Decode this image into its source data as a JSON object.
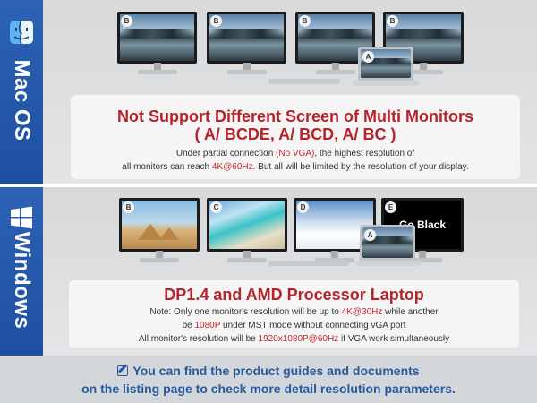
{
  "mac": {
    "side_label": "Mac OS",
    "icon": "finder-face-icon",
    "monitors": [
      {
        "badge": "B",
        "image": "mountain-lake"
      },
      {
        "badge": "B",
        "image": "mountain-lake"
      },
      {
        "badge": "B",
        "image": "mountain-lake"
      },
      {
        "badge": "B",
        "image": "mountain-lake"
      }
    ],
    "laptop_badge": "A",
    "title_line1": "Not Support Different  Screen of Multi Monitors",
    "title_line2": "( A/ BCDE, A/ BCD, A/ BC )",
    "desc": {
      "l1_a": "Under partial connection ",
      "l1_red": "(No VGA)",
      "l1_b": ", the highest resolution of",
      "l2_a": "all monitors can reach ",
      "l2_red": "4K@60Hz",
      "l2_b": ". But all will be limited by the resolution of your display."
    }
  },
  "windows": {
    "side_label": "Windows",
    "icon": "windows-logo-icon",
    "monitors": [
      {
        "badge": "B",
        "image": "desert-pyramids"
      },
      {
        "badge": "C",
        "image": "tropical-beach"
      },
      {
        "badge": "D",
        "image": "snowy-mountains"
      },
      {
        "badge": "E",
        "image": "black-screen",
        "text": "Go Black"
      }
    ],
    "laptop_badge": "A",
    "title": "DP1.4 and AMD Processor Laptop",
    "note": {
      "l1_a": "Note: Only one monitor's resolution will be up to ",
      "l1_red": "4K@30Hz",
      "l1_b": " while another",
      "l2_a": "be ",
      "l2_red": "1080P",
      "l2_b": " under MST mode without connecting vGA port",
      "l3_a": "All monitor's resolution will be ",
      "l3_red": "1920x1080P@60Hz",
      "l3_b": " if VGA work simultaneously"
    }
  },
  "footer": {
    "icon": "edit-note-icon",
    "line1": "You can find the product guides and documents",
    "line2": "on the listing page to check more detail resolution parameters."
  },
  "colors": {
    "brand_blue": "#2659ab",
    "accent_red": "#c0282d",
    "footer_text": "#275a9e"
  }
}
